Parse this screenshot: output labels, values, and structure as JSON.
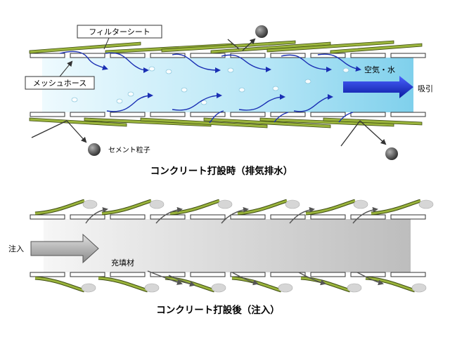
{
  "top_panel": {
    "labels": {
      "filter_sheet": "フィルターシート",
      "mesh_hose": "メッシュホース",
      "air_water": "空気・水",
      "suction": "吸引",
      "cement_particle": "セメント粒子"
    },
    "caption": "コンクリート打設時（排気排水）"
  },
  "bottom_panel": {
    "labels": {
      "injection": "注入",
      "filler": "充填材"
    },
    "caption": "コンクリート打設後（注入）"
  },
  "colors": {
    "water_light": "#e6f7fd",
    "water_dark": "#8fd6ee",
    "arrow_blue": "#1a2fb4",
    "suction_blue": "#1428e0",
    "sheet_green": "#5a6b1e",
    "sheet_light": "#9ab43c",
    "filler_gray": "#c4c4c4",
    "particle_gray": "#555555"
  }
}
